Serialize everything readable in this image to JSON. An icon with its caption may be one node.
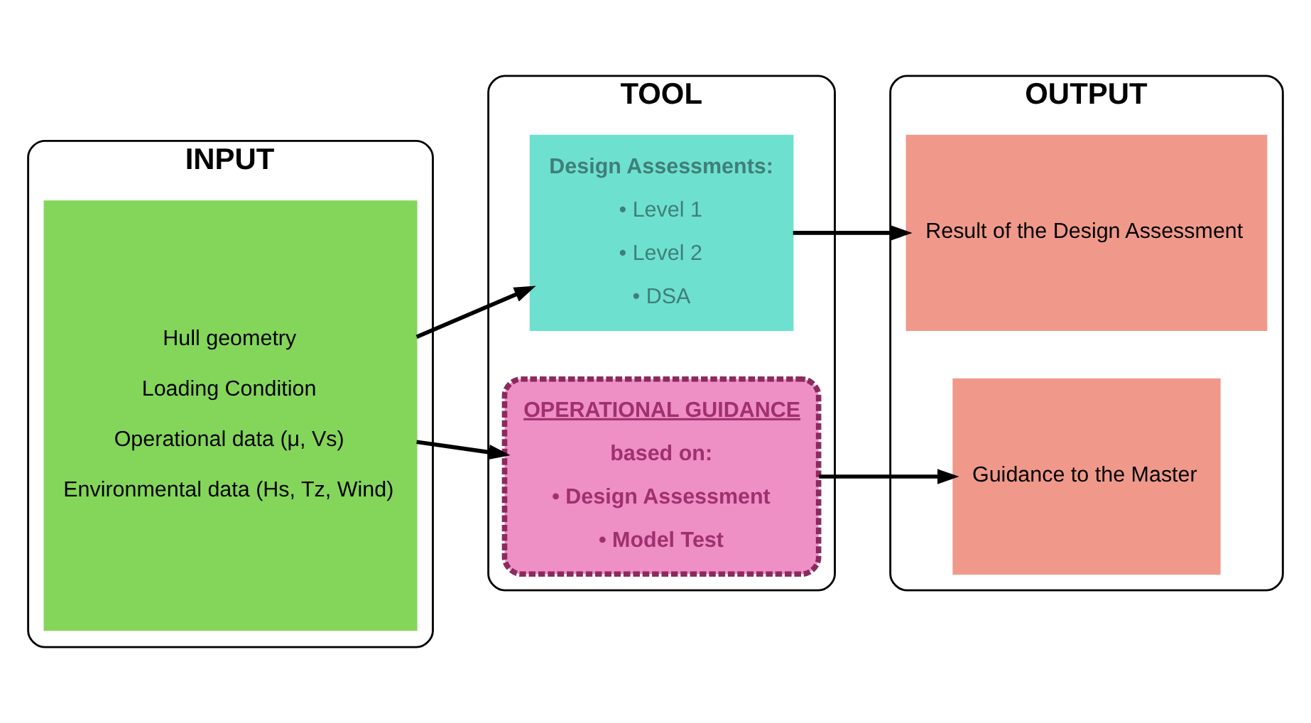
{
  "diagram": {
    "nodes": [
      {
        "text": [
          "INPUT"
        ]
      },
      {
        "text": [
          "Hull geometry",
          "Loading Condition",
          "Operational data (μ, Vs)",
          "Environmental data (Hs, Tz, Wind)"
        ],
        "in": 0
      },
      {
        "text": [
          "TOOL"
        ]
      },
      {
        "text": [
          "Design Assessments:",
          "• Level 1",
          "• Level 2",
          "• DSA"
        ],
        "in": 2
      },
      {
        "text": [
          "OPERATIONAL GUIDANCE",
          "based on:",
          "• Design Assessment",
          "• Model Test"
        ],
        "in": 2
      },
      {
        "text": [
          "OUTPUT"
        ]
      },
      {
        "text": [
          "Result of the Design Assessment"
        ],
        "in": 5
      },
      {
        "text": [
          "Guidance to the Master"
        ],
        "in": 5
      }
    ],
    "edges": [
      {
        "from": 1,
        "to": 3,
        "arrow": "to"
      },
      {
        "from": 1,
        "to": 4,
        "arrow": "to"
      },
      {
        "from": 3,
        "to": 6,
        "arrow": "to"
      },
      {
        "from": 4,
        "to": 7,
        "arrow": "to"
      }
    ]
  }
}
